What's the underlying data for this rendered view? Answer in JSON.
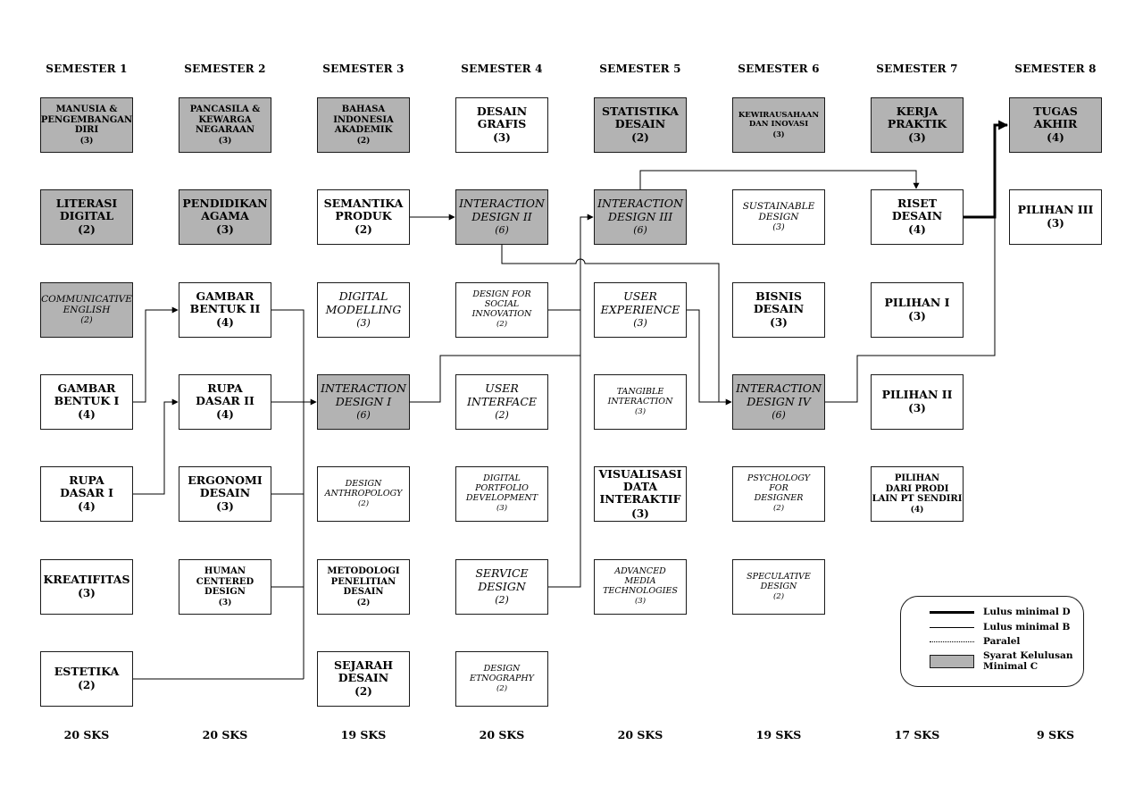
{
  "semesters": [
    {
      "label": "SEMESTER 1",
      "sks": "20 SKS"
    },
    {
      "label": "SEMESTER 2",
      "sks": "20 SKS"
    },
    {
      "label": "SEMESTER 3",
      "sks": "19 SKS"
    },
    {
      "label": "SEMESTER 4",
      "sks": "20 SKS"
    },
    {
      "label": "SEMESTER 5",
      "sks": "20 SKS"
    },
    {
      "label": "SEMESTER 6",
      "sks": "19 SKS"
    },
    {
      "label": "SEMESTER 7",
      "sks": "17 SKS"
    },
    {
      "label": "SEMESTER 8",
      "sks": "9 SKS"
    }
  ],
  "courses": {
    "s1r1": {
      "title": "MANUSIA &\nPENGEMBANGAN\nDIRI",
      "credits": "(3)",
      "shaded": true
    },
    "s1r2": {
      "title": "LITERASI\nDIGITAL",
      "credits": "(2)",
      "shaded": true
    },
    "s1r3": {
      "title": "COMMUNICATIVE\nENGLISH",
      "credits": "(2)",
      "shaded": true
    },
    "s1r4": {
      "title": "GAMBAR\nBENTUK I",
      "credits": "(4)",
      "shaded": false
    },
    "s1r5": {
      "title": "RUPA\nDASAR I",
      "credits": "(4)",
      "shaded": false
    },
    "s1r6": {
      "title": "KREATIFITAS",
      "credits": "(3)",
      "shaded": false
    },
    "s1r7": {
      "title": "ESTETIKA",
      "credits": "(2)",
      "shaded": false
    },
    "s2r1": {
      "title": "PANCASILA &\nKEWARGA\nNEGARAAN",
      "credits": "(3)",
      "shaded": true
    },
    "s2r2": {
      "title": "PENDIDIKAN\nAGAMA",
      "credits": "(3)",
      "shaded": true
    },
    "s2r3": {
      "title": "GAMBAR\nBENTUK II",
      "credits": "(4)",
      "shaded": false
    },
    "s2r4": {
      "title": "RUPA\nDASAR II",
      "credits": "(4)",
      "shaded": false
    },
    "s2r5": {
      "title": "ERGONOMI\nDESAIN",
      "credits": "(3)",
      "shaded": false
    },
    "s2r6": {
      "title": "HUMAN\nCENTERED\nDESIGN",
      "credits": "(3)",
      "shaded": false
    },
    "s3r1": {
      "title": "BAHASA\nINDONESIA\nAKADEMIK",
      "credits": "(2)",
      "shaded": true
    },
    "s3r2": {
      "title": "SEMANTIKA\nPRODUK",
      "credits": "(2)",
      "shaded": false
    },
    "s3r3": {
      "title": "DIGITAL\nMODELLING",
      "credits": "(3)",
      "shaded": false
    },
    "s3r4": {
      "title": "INTERACTION\nDESIGN I",
      "credits": "(6)",
      "shaded": true
    },
    "s3r5": {
      "title": "DESIGN\nANTHROPOLOGY",
      "credits": "(2)",
      "shaded": false
    },
    "s3r6": {
      "title": "METODOLOGI\nPENELITIAN\nDESAIN",
      "credits": "(2)",
      "shaded": false
    },
    "s3r7": {
      "title": "SEJARAH\nDESAIN",
      "credits": "(2)",
      "shaded": false
    },
    "s4r1": {
      "title": "DESAIN\nGRAFIS",
      "credits": "(3)",
      "shaded": false
    },
    "s4r2": {
      "title": "INTERACTION\nDESIGN II",
      "credits": "(6)",
      "shaded": true
    },
    "s4r3": {
      "title": "DESIGN FOR\nSOCIAL\nINNOVATION",
      "credits": "(2)",
      "shaded": false
    },
    "s4r4": {
      "title": "USER\nINTERFACE",
      "credits": "(2)",
      "shaded": false
    },
    "s4r5": {
      "title": "DIGITAL\nPORTFOLIO\nDEVELOPMENT",
      "credits": "(3)",
      "shaded": false
    },
    "s4r6": {
      "title": "SERVICE\nDESIGN",
      "credits": "(2)",
      "shaded": false
    },
    "s4r7": {
      "title": "DESIGN\nETNOGRAPHY",
      "credits": "(2)",
      "shaded": false
    },
    "s5r1": {
      "title": "STATISTIKA\nDESAIN",
      "credits": "(2)",
      "shaded": true
    },
    "s5r2": {
      "title": "INTERACTION\nDESIGN III",
      "credits": "(6)",
      "shaded": true
    },
    "s5r3": {
      "title": "USER\nEXPERIENCE",
      "credits": "(3)",
      "shaded": false
    },
    "s5r4": {
      "title": "TANGIBLE\nINTERACTION",
      "credits": "(3)",
      "shaded": false
    },
    "s5r5": {
      "title": "VISUALISASI\nDATA\nINTERAKTIF",
      "credits": "(3)",
      "shaded": false
    },
    "s5r6": {
      "title": "ADVANCED\nMEDIA\nTECHNOLOGIES",
      "credits": "(3)",
      "shaded": false
    },
    "s6r1": {
      "title": "KEWIRAUSAHAAN\nDAN INOVASI",
      "credits": "(3)",
      "shaded": true
    },
    "s6r2": {
      "title": "SUSTAINABLE\nDESIGN",
      "credits": "(3)",
      "shaded": false
    },
    "s6r3": {
      "title": "BISNIS\nDESAIN",
      "credits": "(3)",
      "shaded": false
    },
    "s6r4": {
      "title": "INTERACTION\nDESIGN IV",
      "credits": "(6)",
      "shaded": true
    },
    "s6r5": {
      "title": "PSYCHOLOGY\nFOR\nDESIGNER",
      "credits": "(2)",
      "shaded": false
    },
    "s6r6": {
      "title": "SPECULATIVE\nDESIGN",
      "credits": "(2)",
      "shaded": false
    },
    "s7r1": {
      "title": "KERJA\nPRAKTIK",
      "credits": "(3)",
      "shaded": true
    },
    "s7r2": {
      "title": "RISET\nDESAIN",
      "credits": "(4)",
      "shaded": false
    },
    "s7r3": {
      "title": "PILIHAN I",
      "credits": "(3)",
      "shaded": false
    },
    "s7r4": {
      "title": "PILIHAN II",
      "credits": "(3)",
      "shaded": false
    },
    "s7r5": {
      "title": "PILIHAN\nDARI PRODI\nLAIN PT SENDIRI",
      "credits": "(4)",
      "shaded": false
    },
    "s8r1": {
      "title": "TUGAS\nAKHIR",
      "credits": "(4)",
      "shaded": true
    },
    "s8r2": {
      "title": "PILIHAN III",
      "credits": "(3)",
      "shaded": false
    }
  },
  "legend": {
    "thick": "Lulus minimal D",
    "thin": "Lulus minimal B",
    "dotted": "Paralel",
    "shaded_line1": "Syarat Kelulusan",
    "shaded_line2": "Minimal C"
  }
}
